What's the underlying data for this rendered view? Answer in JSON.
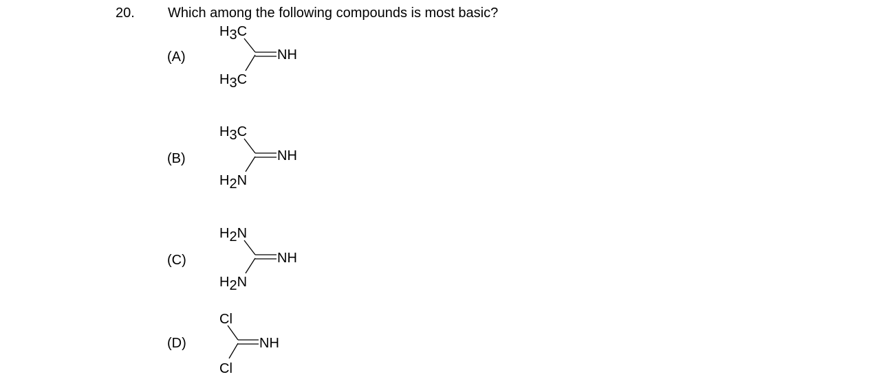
{
  "question": {
    "number": "20.",
    "text": "Which among the following compounds is most basic?"
  },
  "options": [
    {
      "label": "(A)",
      "top_group": {
        "main": "H",
        "sub": "3",
        "tail": "C"
      },
      "bottom_group": {
        "main": "H",
        "sub": "3",
        "tail": "C"
      },
      "double_bond_group": "NH"
    },
    {
      "label": "(B)",
      "top_group": {
        "main": "H",
        "sub": "3",
        "tail": "C"
      },
      "bottom_group": {
        "main": "H",
        "sub": "2",
        "tail": "N"
      },
      "double_bond_group": "NH"
    },
    {
      "label": "(C)",
      "top_group": {
        "main": "H",
        "sub": "2",
        "tail": "N"
      },
      "bottom_group": {
        "main": "H",
        "sub": "2",
        "tail": "N"
      },
      "double_bond_group": "NH"
    },
    {
      "label": "(D)",
      "top_group": {
        "main": "Cl"
      },
      "bottom_group": {
        "main": "Cl"
      },
      "double_bond_group": "NH"
    }
  ]
}
